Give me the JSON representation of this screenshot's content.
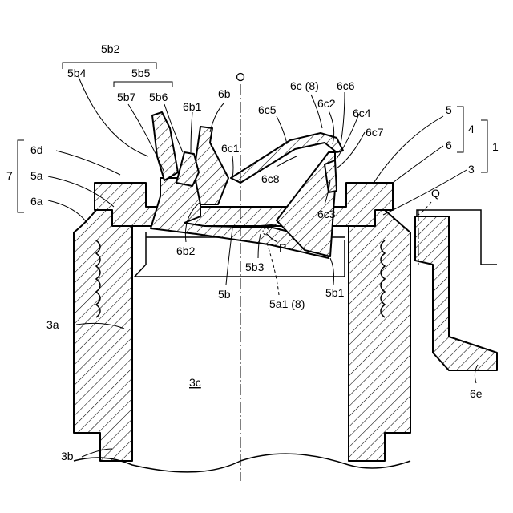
{
  "figure": {
    "labels": {
      "l_5b2": "5b2",
      "l_5b4": "5b4",
      "l_5b5": "5b5",
      "l_5b7": "5b7",
      "l_5b6": "5b6",
      "l_6b1": "6b1",
      "l_6b": "6b",
      "l_O": "O",
      "l_6c8top": "6c (8)",
      "l_6c6": "6c6",
      "l_6c2": "6c2",
      "l_6c5": "6c5",
      "l_6c4": "6c4",
      "l_6c7": "6c7",
      "l_5": "5",
      "l_4": "4",
      "l_6": "6",
      "l_1": "1",
      "l_6d": "6d",
      "l_7": "7",
      "l_5a": "5a",
      "l_6a": "6a",
      "l_6c1": "6c1",
      "l_6c8": "6c8",
      "l_3": "3",
      "l_Q": "Q",
      "l_6c3": "6c3",
      "l_6b2": "6b2",
      "l_P": "P",
      "l_5b3": "5b3",
      "l_5b1": "5b1",
      "l_5b": "5b",
      "l_5a18": "5a1 (8)",
      "l_3a": "3a",
      "l_3c": "3c",
      "l_6e": "6e",
      "l_3b": "3b"
    }
  }
}
